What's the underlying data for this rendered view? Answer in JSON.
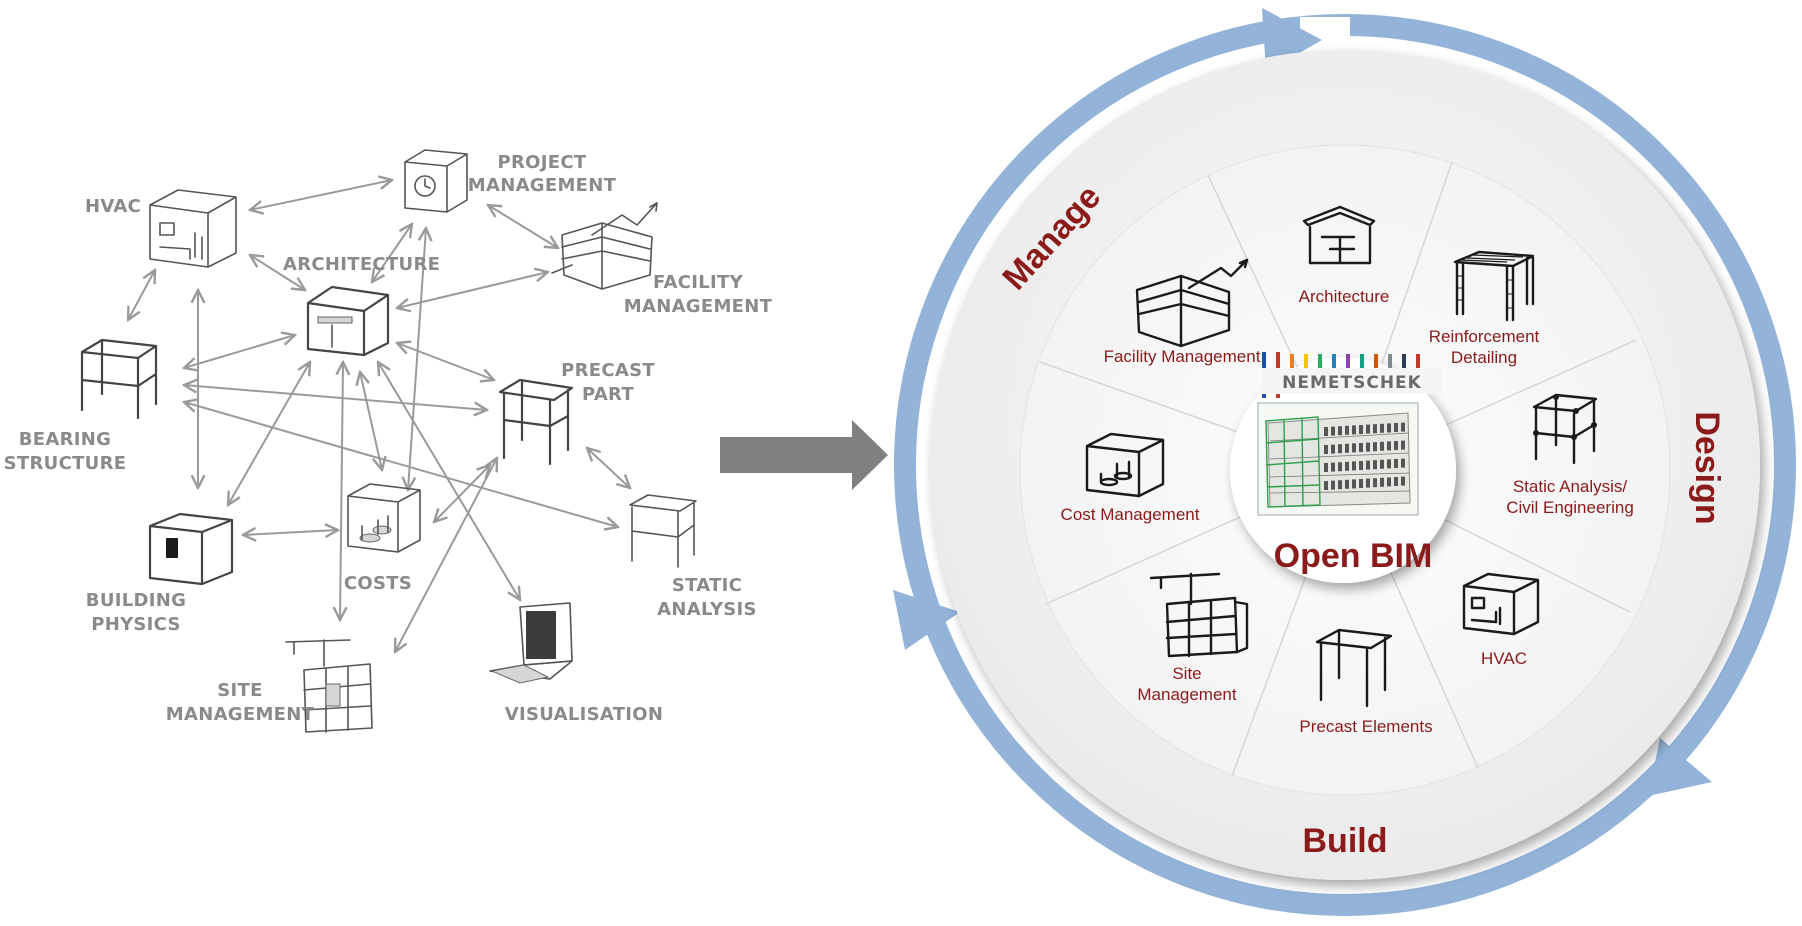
{
  "left_diagram": {
    "labels": {
      "hvac": "HVAC",
      "project_management_1": "PROJECT",
      "project_management_2": "MANAGEMENT",
      "architecture": "ARCHITECTURE",
      "facility_management_1": "FACILITY",
      "facility_management_2": "MANAGEMENT",
      "precast_part_1": "PRECAST",
      "precast_part_2": "PART",
      "bearing_structure_1": "BEARING",
      "bearing_structure_2": "STRUCTURE",
      "building_physics_1": "BUILDING",
      "building_physics_2": "PHYSICS",
      "costs": "COSTS",
      "static_analysis_1": "STATIC",
      "static_analysis_2": "ANALYSIS",
      "site_management_1": "SITE",
      "site_management_2": "MANAGEMENT",
      "visualisation": "VISUALISATION"
    }
  },
  "transition_arrow": {
    "color": "#808080"
  },
  "right_diagram": {
    "center_title": "Open BIM",
    "brand": "NEMETSCHEK",
    "brand_stripe_colors": [
      "#1f4fa0",
      "#c0392b",
      "#e67e22",
      "#f1c40f",
      "#27ae60",
      "#2980b9",
      "#8e44ad",
      "#16a085",
      "#d35400",
      "#7f8c8d",
      "#2c3e50",
      "#c0392b"
    ],
    "segments": {
      "architecture": "Architecture",
      "reinforcement_1": "Reinforcement",
      "reinforcement_2": "Detailing",
      "static_1": "Static Analysis/",
      "static_2": "Civil Engineering",
      "hvac": "HVAC",
      "precast": "Precast Elements",
      "site_1": "Site",
      "site_2": "Management",
      "cost": "Cost Management",
      "facility": "Facility Management"
    },
    "phases": {
      "manage": "Manage",
      "design": "Design",
      "build": "Build"
    },
    "colors": {
      "ring": "#93b3d9",
      "label": "#8b1a1a"
    }
  }
}
